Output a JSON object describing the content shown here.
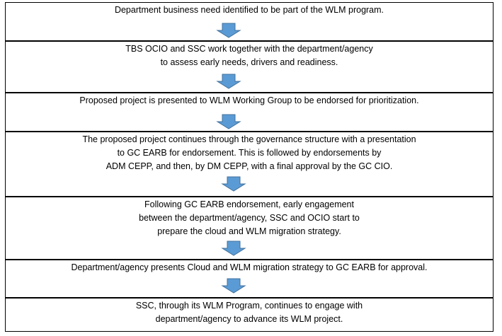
{
  "steps": [
    {
      "lines": [
        "Department business need identified to be part of the WLM program."
      ]
    },
    {
      "lines": [
        "TBS OCIO and SSC work together with the department/agency",
        "to assess early needs, drivers and readiness."
      ]
    },
    {
      "lines": [
        "Proposed project is presented to WLM Working Group to be endorsed for prioritization."
      ]
    },
    {
      "lines": [
        "The proposed project continues through the governance structure with a presentation",
        "to GC EARB for endorsement. This is followed by endorsements by",
        "ADM CEPP, and then, by DM CEPP, with a final approval by the GC CIO."
      ]
    },
    {
      "lines": [
        "Following GC EARB endorsement, early engagement",
        "between the department/agency, SSC and OCIO start to",
        "prepare the cloud and WLM migration strategy."
      ]
    },
    {
      "lines": [
        "Department/agency presents Cloud and WLM migration strategy to GC EARB for approval."
      ]
    },
    {
      "lines": [
        "SSC, through its WLM Program, continues to engage with",
        "department/agency to advance its WLM project."
      ]
    }
  ],
  "colors": {
    "arrow_fill": "#5b9bd5",
    "arrow_stroke": "#41719c",
    "box_border": "#000000"
  },
  "icons": {
    "arrow": "down-arrow-icon"
  }
}
